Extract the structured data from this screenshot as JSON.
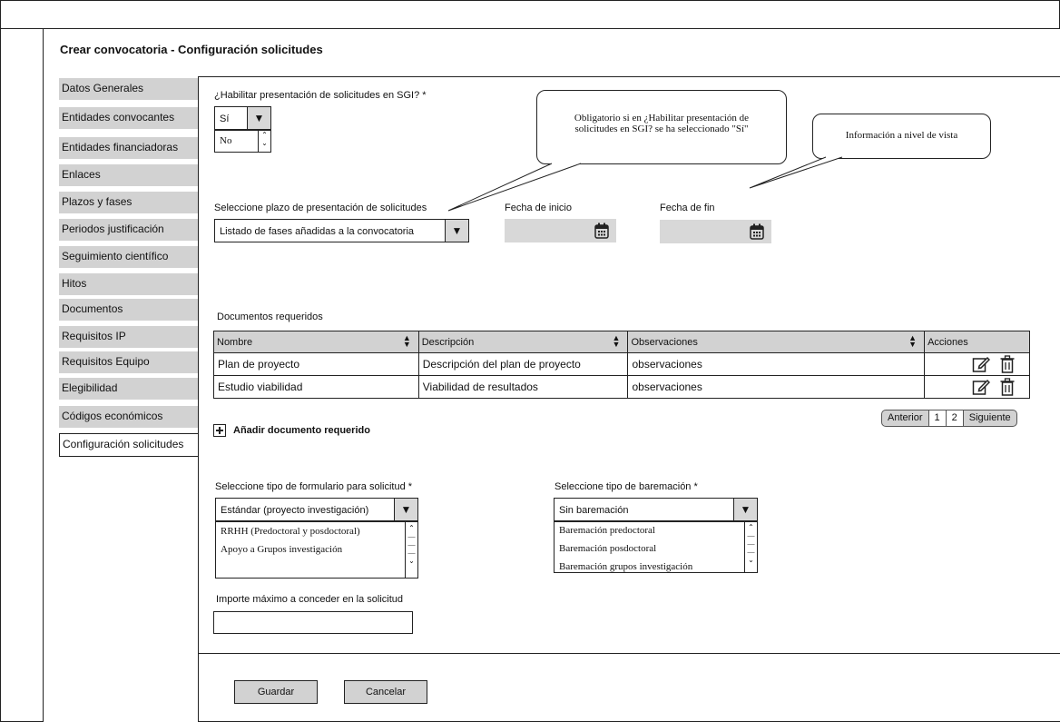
{
  "page_title": "Crear convocatoria - Configuración solicitudes",
  "menu": [
    "Datos Generales",
    "Entidades convocantes",
    "Entidades financiadoras",
    "Enlaces",
    "Plazos y fases",
    "Periodos justificación",
    "Seguimiento científico",
    "Hitos",
    "Documentos",
    "Requisitos IP",
    "Requisitos Equipo",
    "Elegibilidad",
    "Códigos económicos",
    "Configuración solicitudes"
  ],
  "habilitar": {
    "label": "¿Habilitar presentación de solicitudes en SGI? *",
    "selected": "Sí",
    "options": [
      "No"
    ]
  },
  "callouts": {
    "obligatorio": "Obligatorio si en ¿Habilitar presentación de solicitudes en SGI? se ha seleccionado \"Sí\"",
    "info": "Información a nivel de vista"
  },
  "plazo": {
    "label": "Seleccione plazo de presentación de solicitudes",
    "selected": "Listado de fases añadidas a la convocatoria"
  },
  "fecha_inicio": {
    "label": "Fecha de inicio"
  },
  "fecha_fin": {
    "label": "Fecha de fin"
  },
  "documentos": {
    "title": "Documentos requeridos",
    "columns": [
      "Nombre",
      "Descripción",
      "Observaciones",
      "Acciones"
    ],
    "rows": [
      [
        "Plan de proyecto",
        "Descripción del plan de proyecto",
        "observaciones"
      ],
      [
        "Estudio viabilidad",
        "Viabilidad de resultados",
        "observaciones"
      ]
    ],
    "pager": [
      "Anterior",
      "1",
      "2",
      "Siguiente"
    ],
    "add_label": "Añadir documento requerido"
  },
  "formulario": {
    "label": "Seleccione tipo de formulario para solicitud *",
    "selected": "Estándar (proyecto investigación)",
    "options": [
      "RRHH (Predoctoral y posdoctoral)",
      "Apoyo a Grupos investigación"
    ]
  },
  "baremacion": {
    "label": "Seleccione tipo de baremación *",
    "selected": "Sin baremación",
    "options": [
      "Baremación predoctoral",
      "Baremación posdoctoral",
      "Baremación grupos investigación"
    ]
  },
  "importe": {
    "label": "Importe máximo a conceder en la solicitud",
    "value": ""
  },
  "buttons": {
    "guardar": "Guardar",
    "cancelar": "Cancelar"
  }
}
